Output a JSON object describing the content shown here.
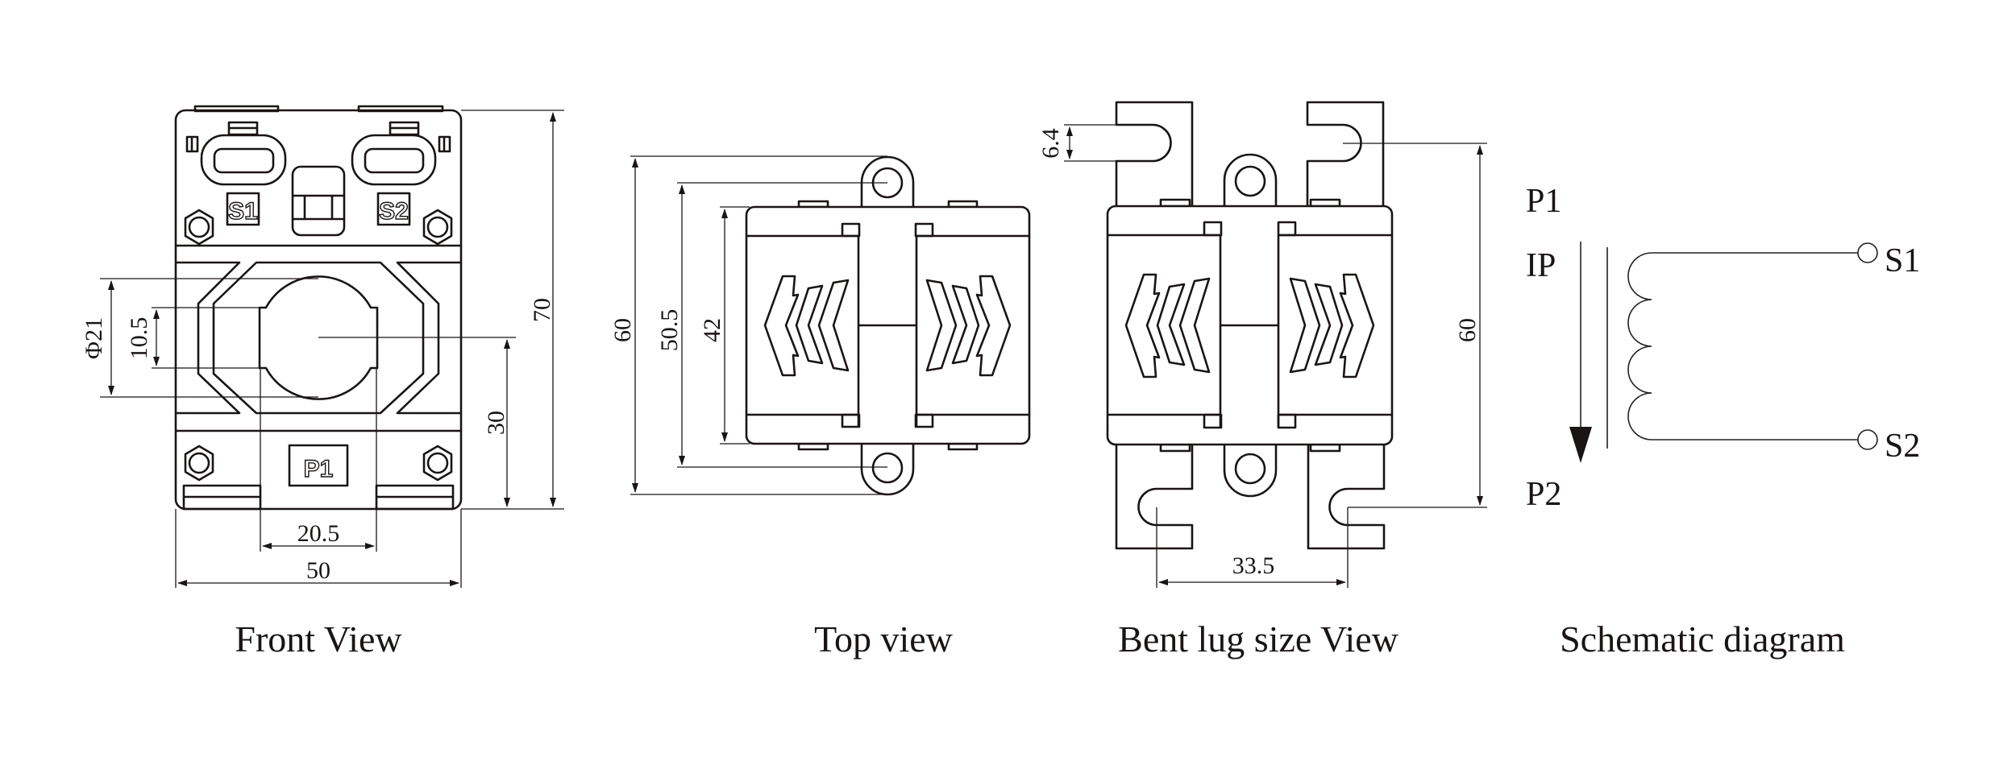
{
  "captions": {
    "front": "Front View",
    "top": "Top view",
    "bent": "Bent lug size View",
    "schematic": "Schematic diagram"
  },
  "front_view": {
    "labels": {
      "s1": "S1",
      "s2": "S2",
      "p1": "P1"
    },
    "dimensions": {
      "height": "70",
      "width": "50",
      "center_height": "30",
      "window_width": "20.5",
      "diameter": "Φ21",
      "flat": "10.5"
    }
  },
  "top_view": {
    "dimensions": {
      "overall": "60",
      "mount_pitch": "50.5",
      "body": "42"
    }
  },
  "bent_lug_view": {
    "dimensions": {
      "slot": "6.4",
      "lug_pitch": "60",
      "lug_spacing": "33.5"
    }
  },
  "schematic": {
    "primary_in": "P1",
    "primary_out": "P2",
    "current": "IP",
    "secondary_1": "S1",
    "secondary_2": "S2"
  }
}
